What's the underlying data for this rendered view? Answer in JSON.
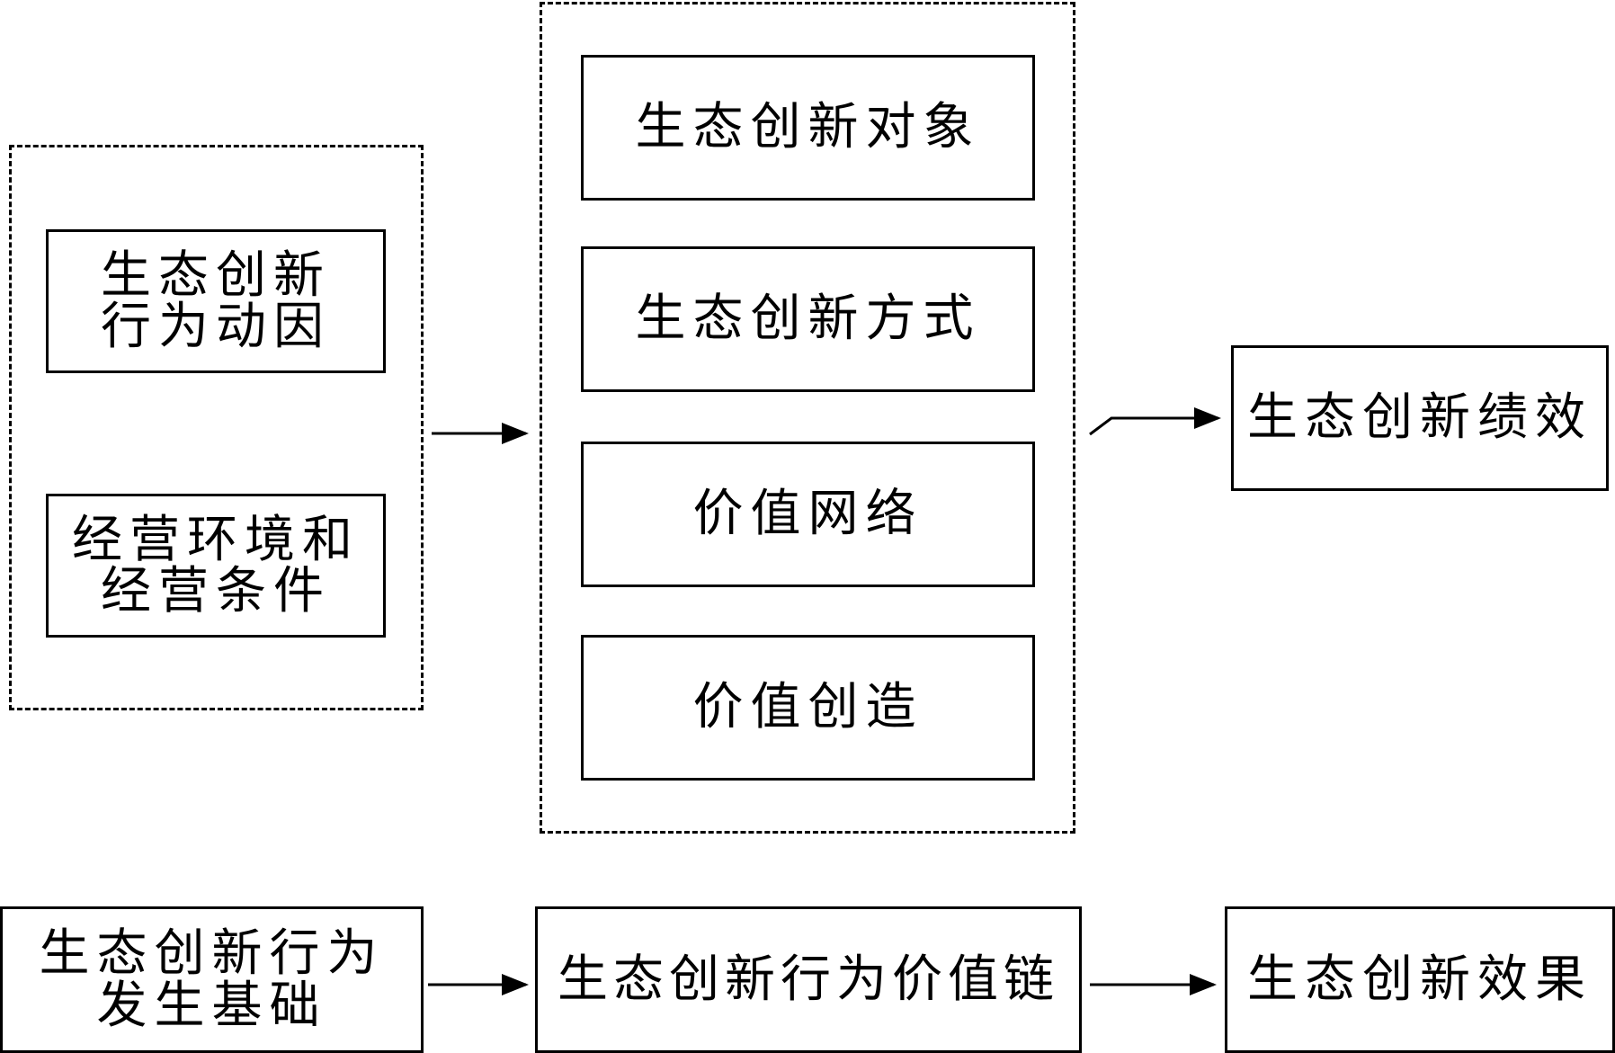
{
  "diagram": {
    "left_group": {
      "motive": "生态创新\n行为动因",
      "environment": "经营环境和\n经营条件"
    },
    "middle_group": {
      "object": "生态创新对象",
      "method": "生态创新方式",
      "network": "价值网络",
      "creation": "价值创造"
    },
    "performance": "生态创新绩效",
    "bottom_row": {
      "basis": "生态创新行为\n发生基础",
      "value_chain": "生态创新行为价值链",
      "effect": "生态创新效果"
    }
  }
}
